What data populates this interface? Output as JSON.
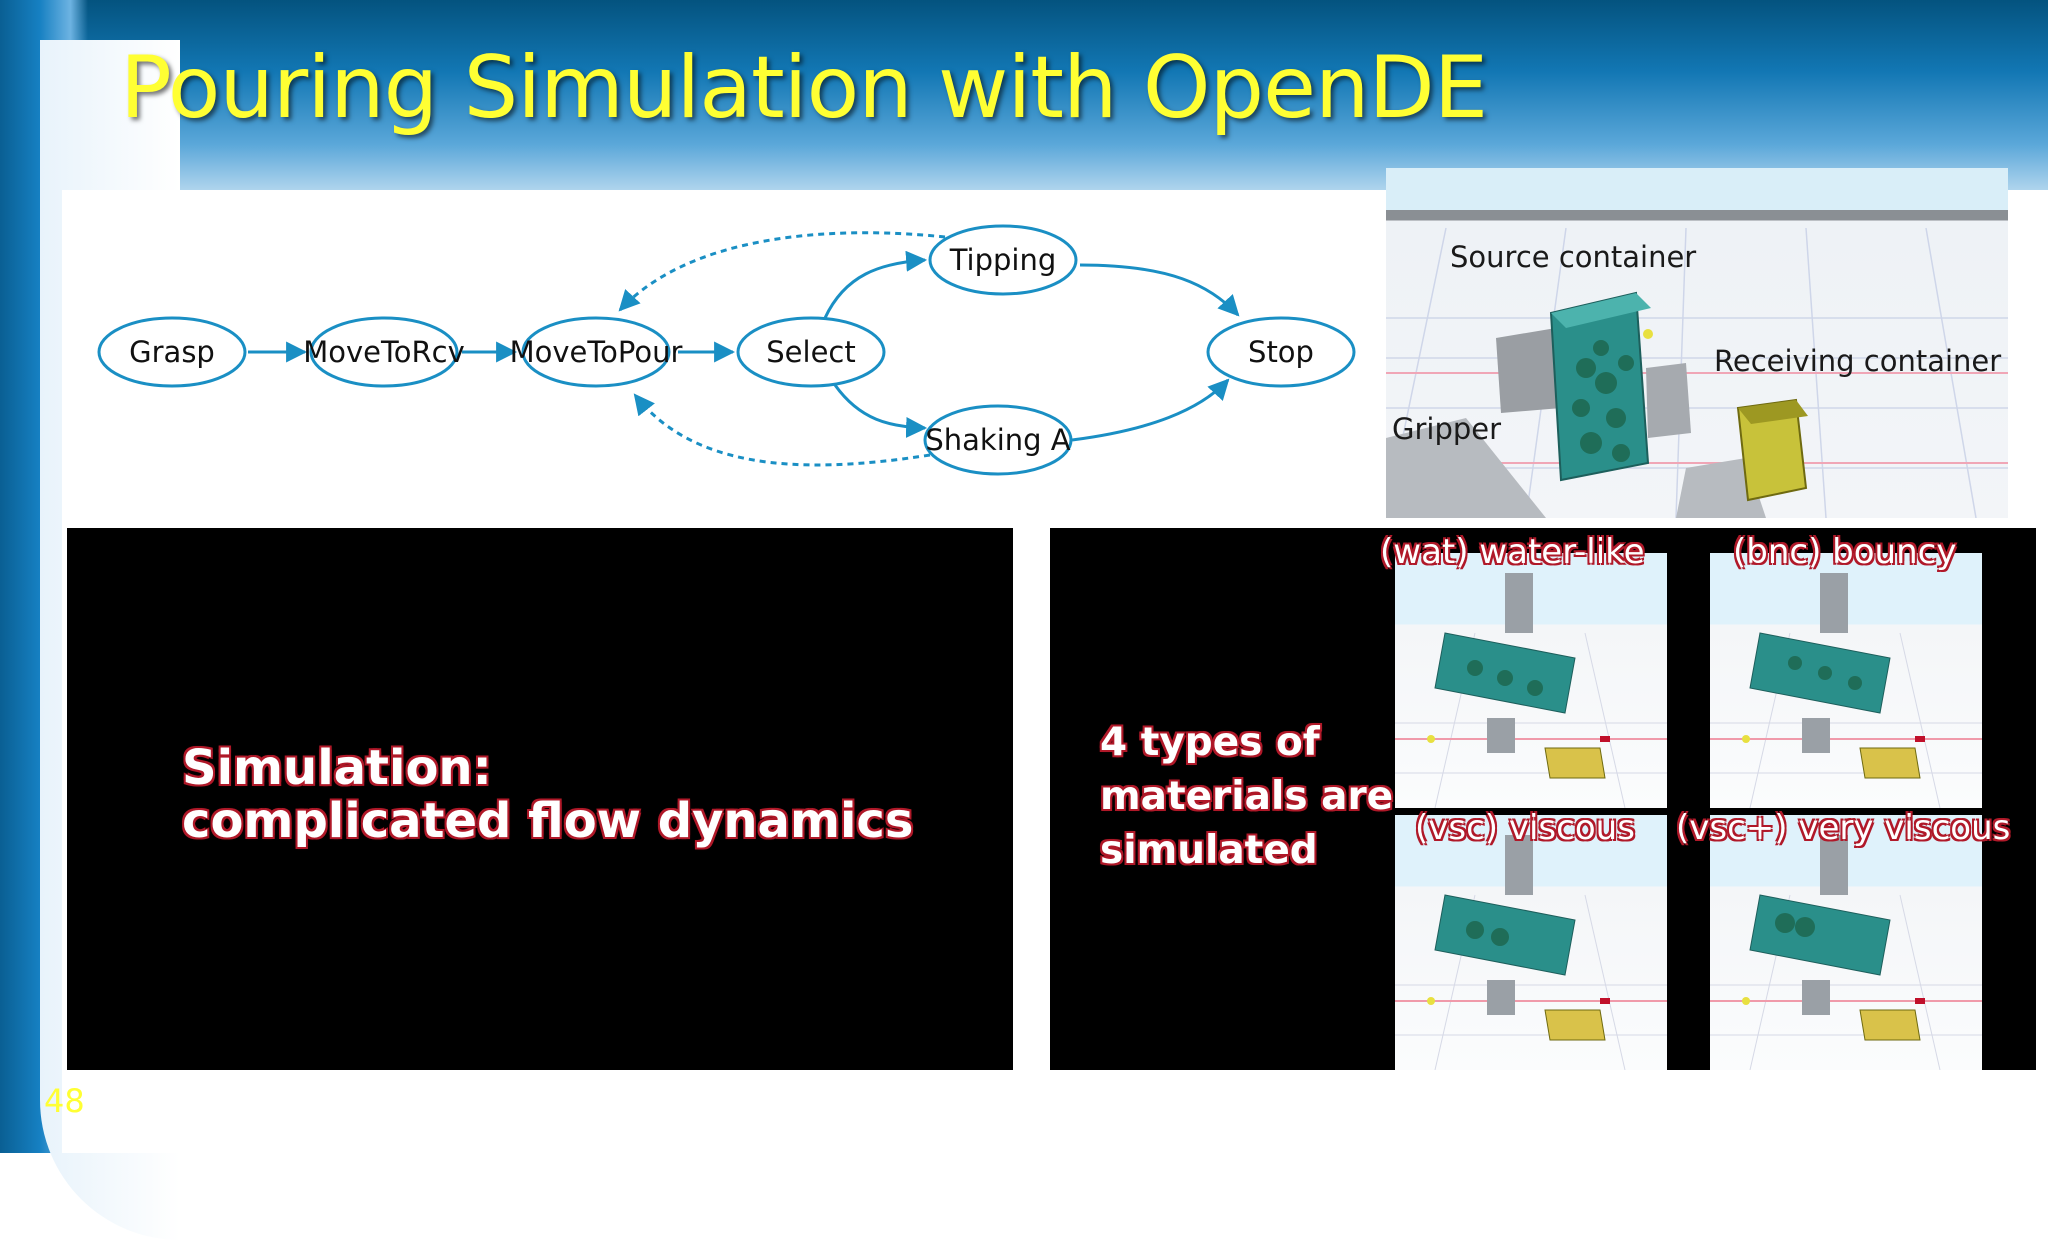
{
  "slide": {
    "title": "Pouring Simulation with OpenDE",
    "page_number": "48"
  },
  "diagram": {
    "nodes": {
      "grasp": "Grasp",
      "move_to_rcv": "MoveToRcv",
      "move_to_pour": "MoveToPour",
      "select": "Select",
      "tipping": "Tipping",
      "shaking": "Shaking A",
      "stop": "Stop"
    }
  },
  "scene": {
    "source_label": "Source container",
    "receiving_label": "Receiving container",
    "gripper_label": "Gripper"
  },
  "video_left": {
    "line1": "Simulation:",
    "line2": "complicated flow dynamics"
  },
  "video_right": {
    "line1": "4 types of",
    "line2": "materials are",
    "line3": "simulated",
    "thumbnails": [
      {
        "label": "(wat) water-like"
      },
      {
        "label": "(bnc) bouncy"
      },
      {
        "label": "(vsc) viscous"
      },
      {
        "label": "(vsc+) very viscous"
      }
    ]
  },
  "colors": {
    "title": "#ffff33",
    "diagram_stroke": "#1a8fc4",
    "container_teal": "#2a8f8a",
    "receiving_yellow": "#c8c23a",
    "text_outline": "#b01a2a"
  }
}
